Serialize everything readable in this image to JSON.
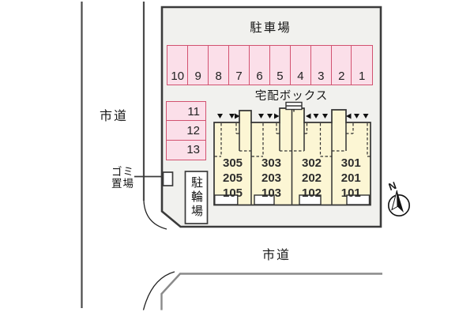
{
  "plan": {
    "parking_area_label": "駐車場",
    "delivery_box_label": "宅配ボックス",
    "road_label_left": "市道",
    "road_label_bottom": "市道",
    "garbage_label": {
      "line1": "ゴミ",
      "line2": "置場"
    },
    "bicycle_parking_label": "駐輪場",
    "north_label": "N",
    "parking_spaces_top": [
      "10",
      "9",
      "8",
      "7",
      "6",
      "5",
      "4",
      "3",
      "2",
      "1"
    ],
    "parking_spaces_side": [
      "11",
      "12",
      "13"
    ],
    "units": [
      {
        "rooms": [
          "305",
          "205",
          "105"
        ]
      },
      {
        "rooms": [
          "303",
          "203",
          "103"
        ]
      },
      {
        "rooms": [
          "302",
          "202",
          "102"
        ]
      },
      {
        "rooms": [
          "301",
          "201",
          "101"
        ]
      }
    ]
  },
  "colors": {
    "ink": "#161616",
    "plot-fill": "#f1f1ee",
    "boundary": "#3b3b3b",
    "parking-fill": "#fbdfe9",
    "parking-border": "#d25270",
    "building-fill": "#fcf6d4",
    "line-dark": "#333333",
    "road-dark": "#4a4a4a",
    "road-gray": "#8a8a8a",
    "curve-line": "#222222",
    "glyph-dark": "#111111"
  }
}
